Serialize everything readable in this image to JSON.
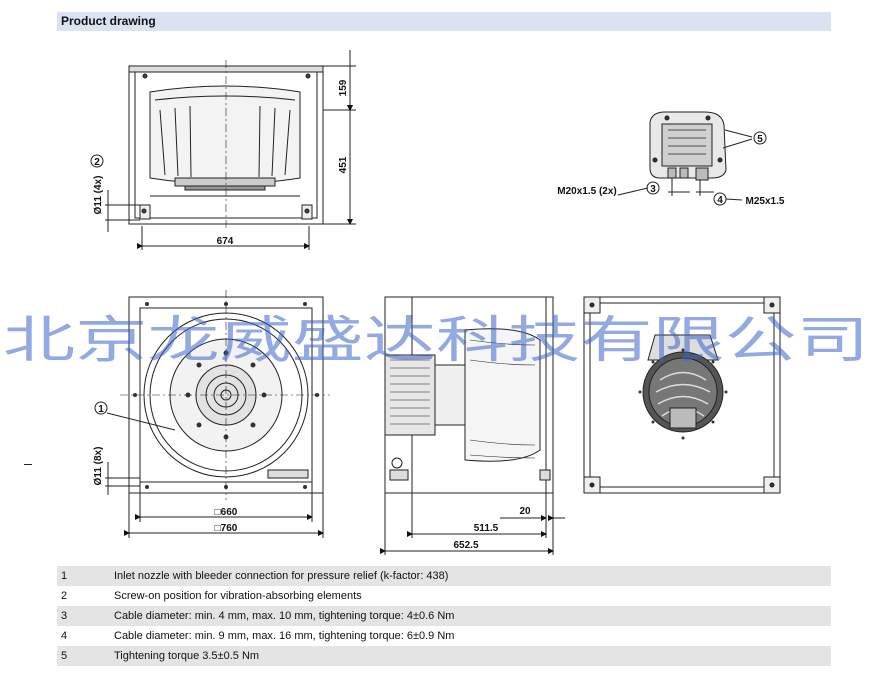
{
  "header": {
    "title": "Product drawing"
  },
  "top_front": {
    "dim_width": "674",
    "dim_top": "159",
    "dim_height": "451",
    "hole_label": "Ø11 (4x)",
    "callout": "2"
  },
  "top_detail": {
    "m20": "M20x1.5 (2x)",
    "m25": "M25x1.5",
    "c3": "3",
    "c4": "4",
    "c5": "5"
  },
  "bottom_front": {
    "inner": "□660",
    "outer": "□760",
    "hole_label": "Ø11 (8x)",
    "callout": "1"
  },
  "bottom_side": {
    "d1": "20",
    "d2": "511.5",
    "d3": "652.5"
  },
  "watermark": "北京龙威盛达科技有限公司",
  "legend": [
    {
      "num": "1",
      "text": "Inlet nozzle with bleeder connection for pressure relief (k-factor: 438)"
    },
    {
      "num": "2",
      "text": "Screw-on position for vibration-absorbing elements"
    },
    {
      "num": "3",
      "text": "Cable diameter: min. 4 mm, max. 10 mm, tightening torque: 4±0.6 Nm"
    },
    {
      "num": "4",
      "text": "Cable diameter: min. 9 mm, max. 16 mm, tightening torque: 6±0.9 Nm"
    },
    {
      "num": "5",
      "text": "Tightening torque 3.5±0.5 Nm"
    }
  ]
}
